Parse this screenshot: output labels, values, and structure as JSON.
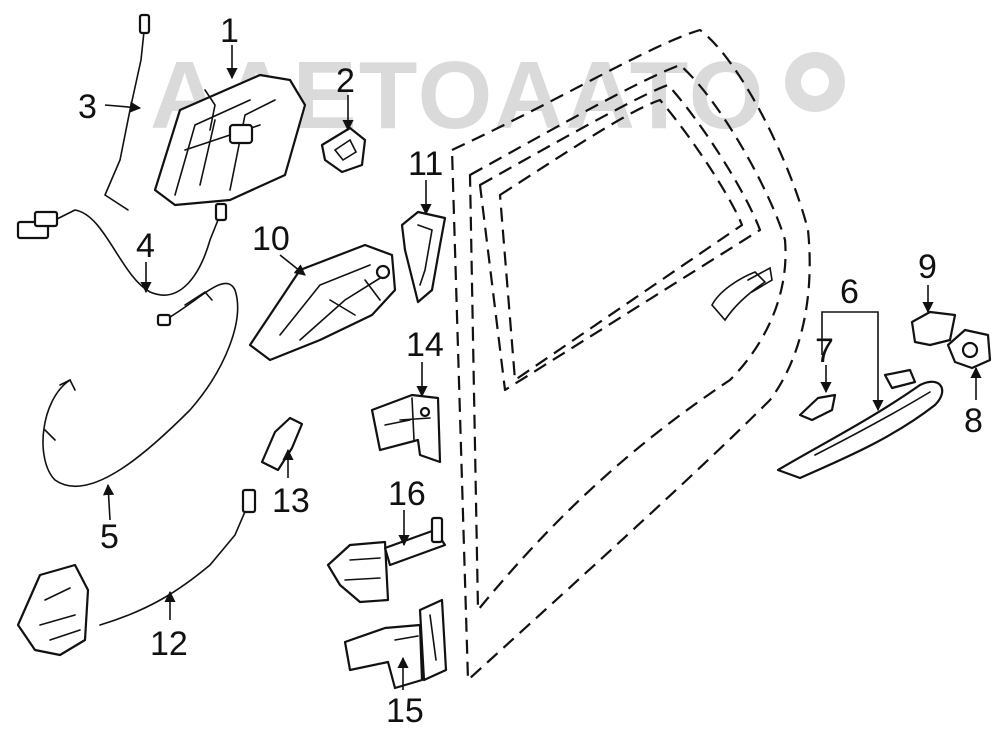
{
  "watermark": {
    "text": "AAETOAATO"
  },
  "callouts": [
    {
      "id": "1",
      "label": "1"
    },
    {
      "id": "2",
      "label": "2"
    },
    {
      "id": "3",
      "label": "3"
    },
    {
      "id": "4",
      "label": "4"
    },
    {
      "id": "5",
      "label": "5"
    },
    {
      "id": "6",
      "label": "6"
    },
    {
      "id": "7",
      "label": "7"
    },
    {
      "id": "8",
      "label": "8"
    },
    {
      "id": "9",
      "label": "9"
    },
    {
      "id": "10",
      "label": "10"
    },
    {
      "id": "11",
      "label": "11"
    },
    {
      "id": "12",
      "label": "12"
    },
    {
      "id": "13",
      "label": "13"
    },
    {
      "id": "14",
      "label": "14"
    },
    {
      "id": "15",
      "label": "15"
    },
    {
      "id": "16",
      "label": "16"
    }
  ]
}
